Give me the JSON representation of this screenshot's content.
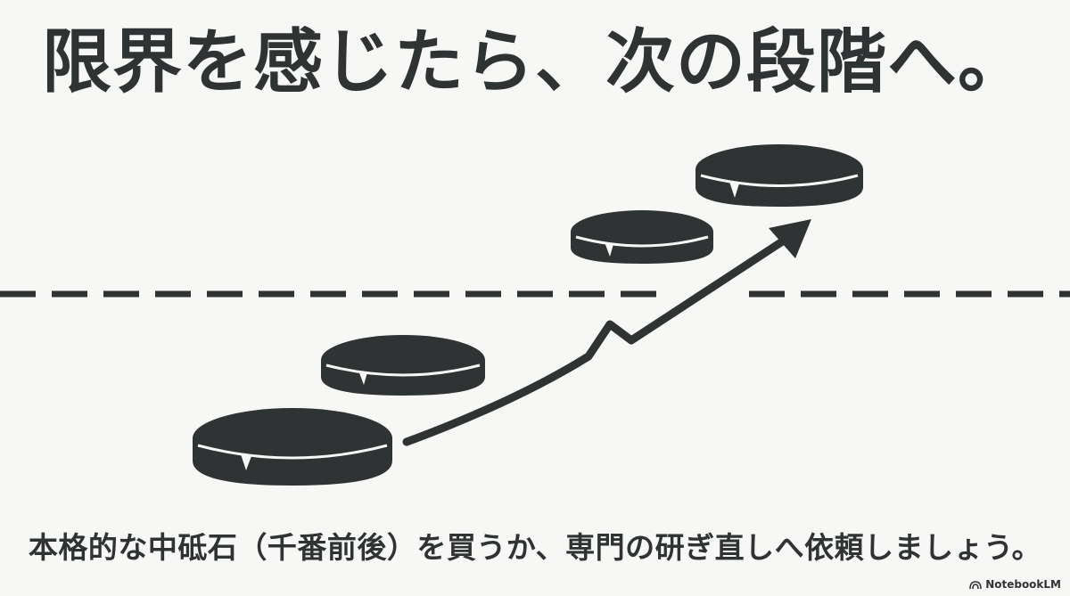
{
  "title": "限界を感じたら、次の段階へ。",
  "caption": "本格的な中砥石（千番前後）を買うか、専門の研ぎ直しへ依頼しましょう。",
  "watermark": {
    "label": "NotebookLM",
    "icon": "notebooklm-logo-icon"
  },
  "illustration": {
    "threshold_line": "dashed",
    "stone_count": 4,
    "arrow_direction": "up-right",
    "ink_color": "#2f3333",
    "background_color": "#f7f7f5"
  }
}
